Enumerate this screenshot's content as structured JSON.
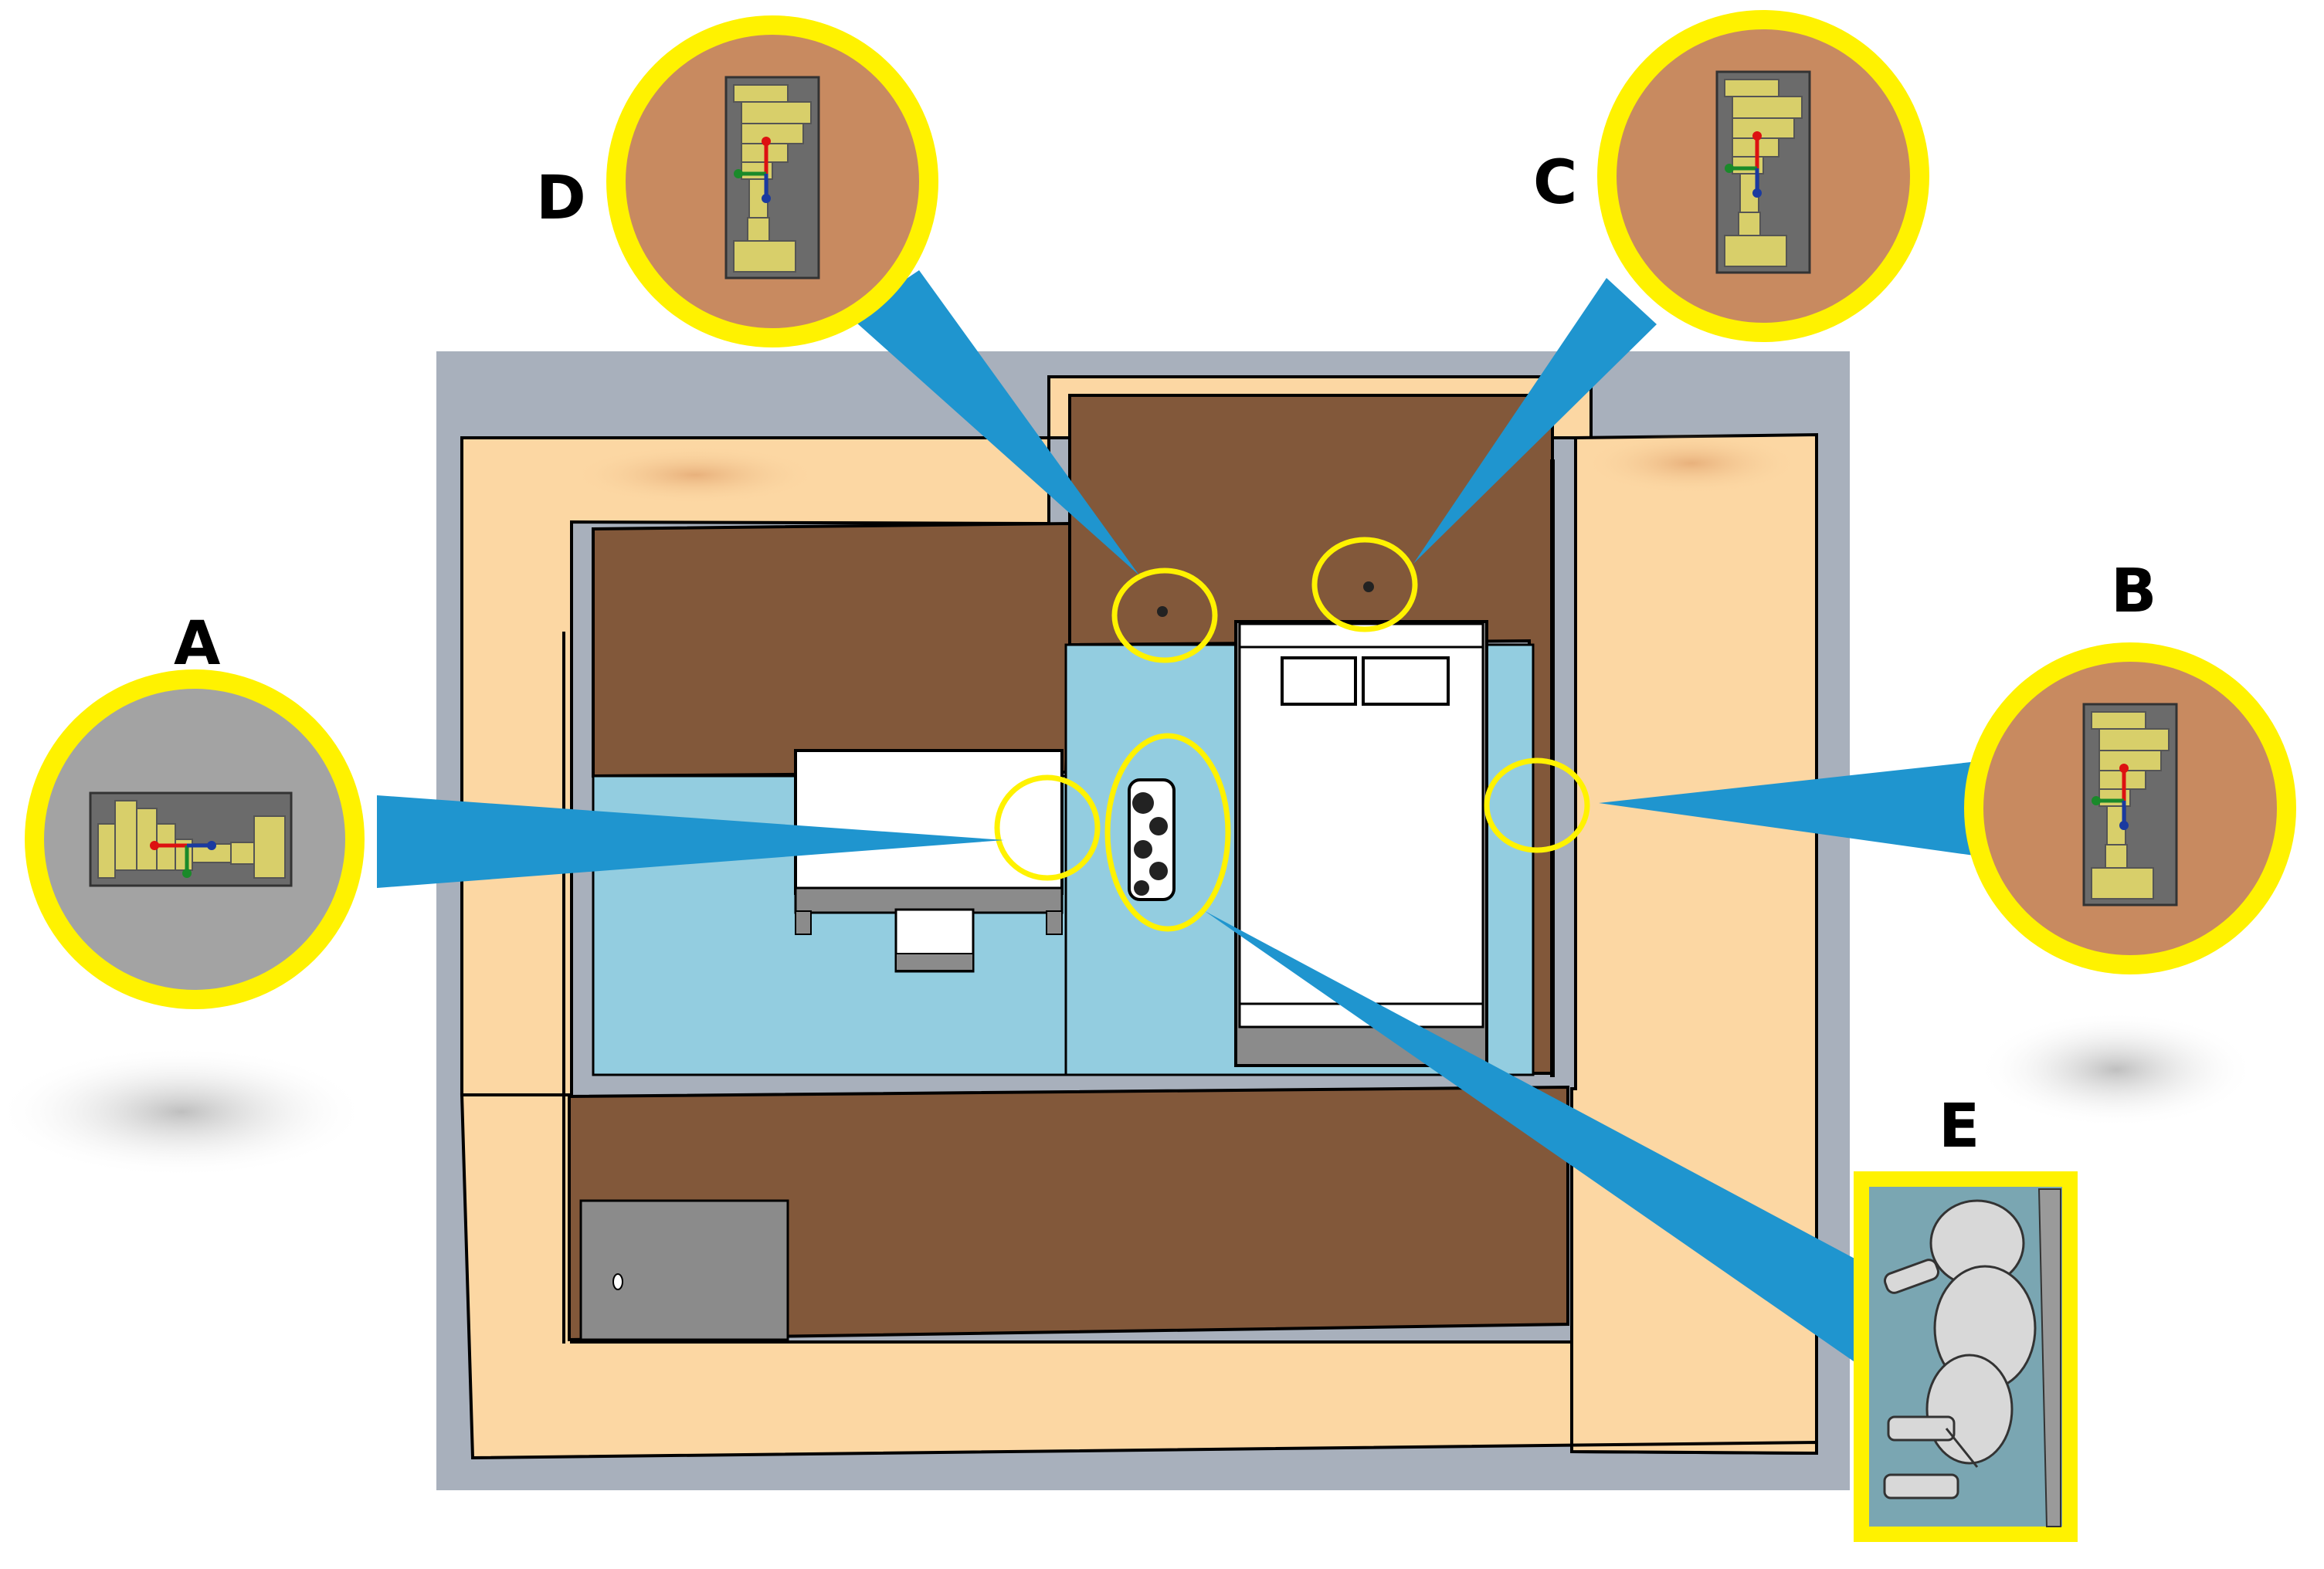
{
  "callouts": {
    "a": {
      "label": "A",
      "sensor": "wall-mounted-sensor-closeup"
    },
    "b": {
      "label": "B",
      "sensor": "wall-mounted-sensor-closeup"
    },
    "c": {
      "label": "C",
      "sensor": "wall-mounted-sensor-closeup"
    },
    "d": {
      "label": "D",
      "sensor": "wall-mounted-sensor-closeup"
    },
    "e": {
      "label": "E",
      "sensor": "human-figure-closeup"
    }
  },
  "colors": {
    "floor_blue": "#93cde0",
    "wall_brown": "#82583a",
    "outer_tan": "#fcd7a3",
    "base_gray": "#a8b0bc",
    "highlight_yellow": "#fff200",
    "pointer_blue": "#1f95cf",
    "zoom_tan": "#c88a60",
    "zoom_gray": "#a3a3a3",
    "zoom_teal": "#7aa6b2",
    "furniture_white": "#ffffff",
    "furniture_gray": "#8b8b8b"
  }
}
